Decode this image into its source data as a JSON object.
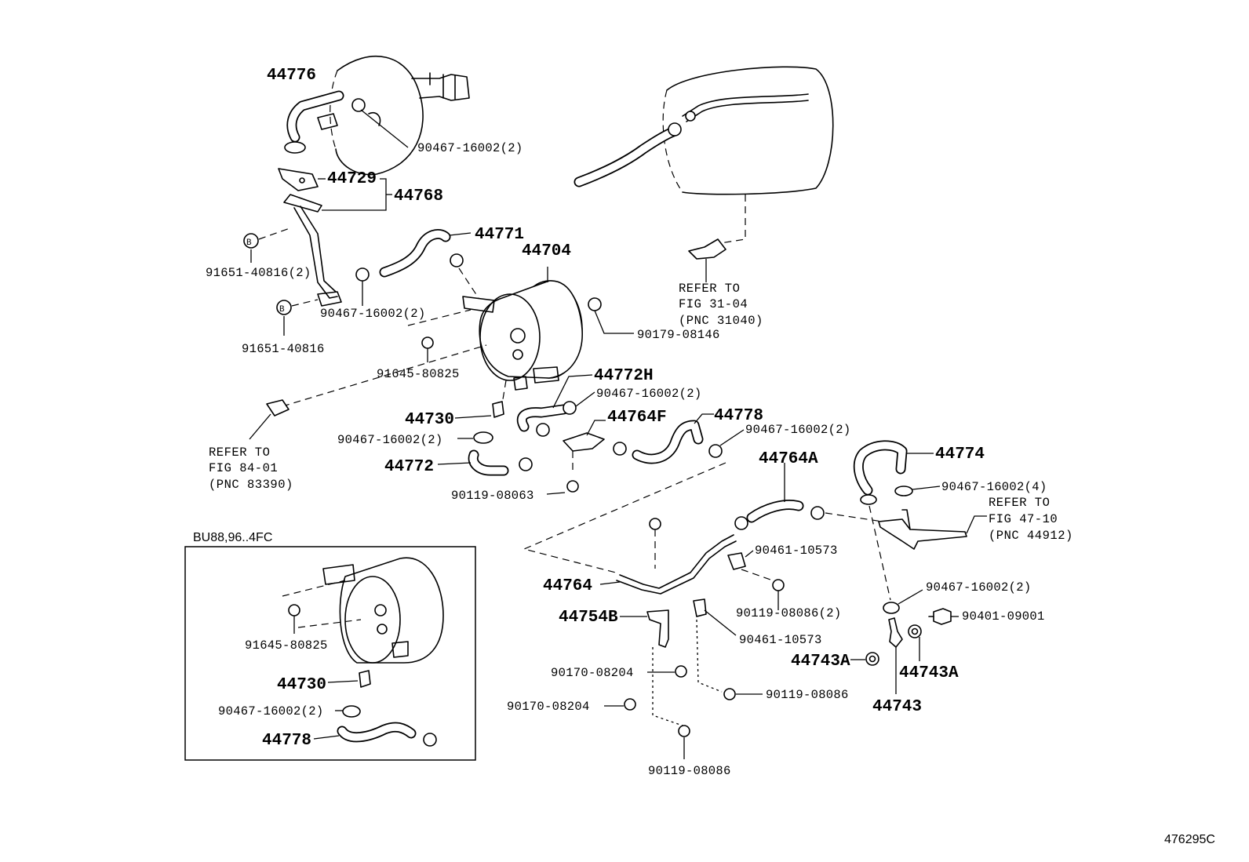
{
  "diagram_id": "476295C",
  "inset": {
    "title": "BU88,96..4FC"
  },
  "labels": {
    "p44776": "44776",
    "p90467_top": "90467-16002(2)",
    "p44729": "44729",
    "p44768": "44768",
    "p44771": "44771",
    "p44704": "44704",
    "p91651_a": "91651-40816(2)",
    "p90467_mid": "90467-16002(2)",
    "p91651_b": "91651-40816",
    "p90179": "90179-08146",
    "p91645": "91645-80825",
    "p44772H": "44772H",
    "p90467_h": "90467-16002(2)",
    "p44730": "44730",
    "p44764F": "44764F",
    "p44778": "44778",
    "p90467_f": "90467-16002(2)",
    "p90467_l": "90467-16002(2)",
    "p44772": "44772",
    "p44764A": "44764A",
    "p44774": "44774",
    "p90467_4": "90467-16002(4)",
    "p90119_063": "90119-08063",
    "p90461_a": "90461-10573",
    "p44764": "44764",
    "p90119_086_2": "90119-08086(2)",
    "p90467_r": "90467-16002(2)",
    "p90401": "90401-09001",
    "p44754B": "44754B",
    "p90461_b": "90461-10573",
    "p44743A_l": "44743A",
    "p44743A_r": "44743A",
    "p90170_a": "90170-08204",
    "p90119_086_b": "90119-08086",
    "p44743": "44743",
    "p90170_b": "90170-08204",
    "p90119_086_c": "90119-08086",
    "in_91645": "91645-80825",
    "in_44730": "44730",
    "in_90467": "90467-16002(2)",
    "in_44778": "44778"
  },
  "refs": {
    "fig31": {
      "line1": "REFER TO",
      "line2": "FIG 31-04",
      "line3": "(PNC 31040)"
    },
    "fig84": {
      "line1": "REFER TO",
      "line2": "FIG 84-01",
      "line3": "(PNC 83390)"
    },
    "fig47": {
      "line1": "REFER TO",
      "line2": "FIG 47-10",
      "line3": "(PNC 44912)"
    }
  },
  "markers": {
    "bolt_symbol": "B"
  }
}
